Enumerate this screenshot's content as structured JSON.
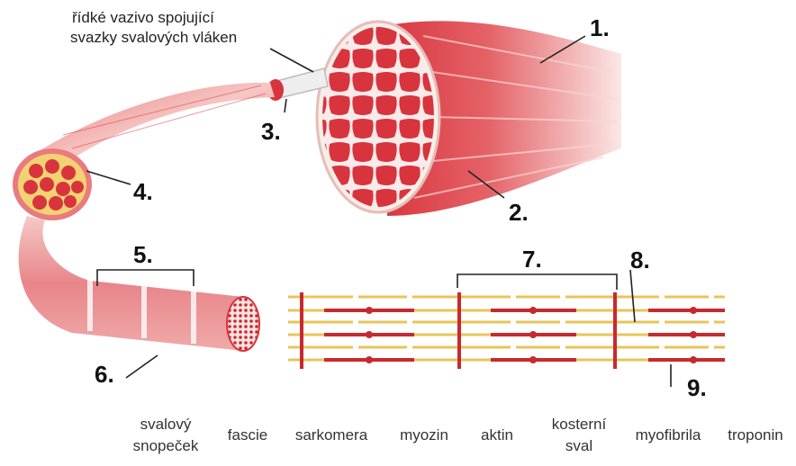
{
  "callout": {
    "line1": "řídké vazivo spojující",
    "line2": "svazky svalových vláken"
  },
  "numbers": [
    "1.",
    "2.",
    "3.",
    "4.",
    "5.",
    "6.",
    "7.",
    "8.",
    "9."
  ],
  "word_bank": [
    {
      "line1": "svalový",
      "line2": "snopeček"
    },
    {
      "line1": "fascie",
      "line2": ""
    },
    {
      "line1": "sarkomera",
      "line2": ""
    },
    {
      "line1": "myozin",
      "line2": ""
    },
    {
      "line1": "aktin",
      "line2": ""
    },
    {
      "line1": "kosterní",
      "line2": "sval"
    },
    {
      "line1": "myofibrila",
      "line2": ""
    },
    {
      "line1": "troponin",
      "line2": ""
    }
  ],
  "colors": {
    "muscle_red": "#d8343d",
    "muscle_light": "#f3b9b6",
    "actin": "#e8c45a",
    "myosin": "#c72a2e",
    "z_line": "#c72a2e"
  }
}
